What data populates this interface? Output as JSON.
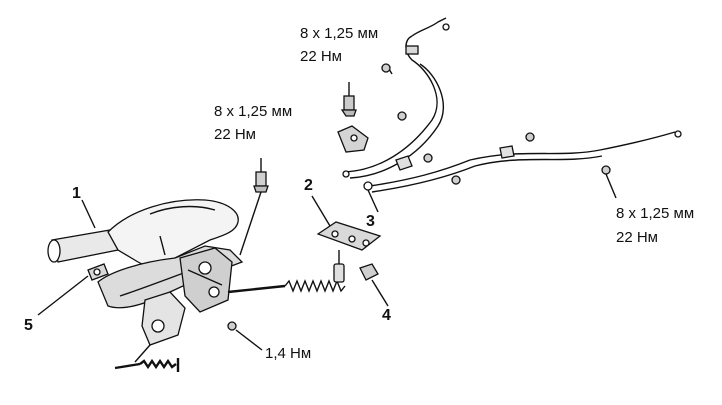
{
  "labels": {
    "spec_top_line1": "8 x 1,25 мм",
    "spec_top_line2": "22 Нм",
    "spec_mid_line1": "8 x 1,25 мм",
    "spec_mid_line2": "22 Нм",
    "spec_right_line1": "8 x 1,25 мм",
    "spec_right_line2": "22 Нм",
    "spec_bottom": "1,4 Нм",
    "callout_1": "1",
    "callout_2": "2",
    "callout_3": "3",
    "callout_4": "4",
    "callout_5": "5"
  },
  "colors": {
    "ink": "#111111",
    "paper": "#ffffff"
  }
}
